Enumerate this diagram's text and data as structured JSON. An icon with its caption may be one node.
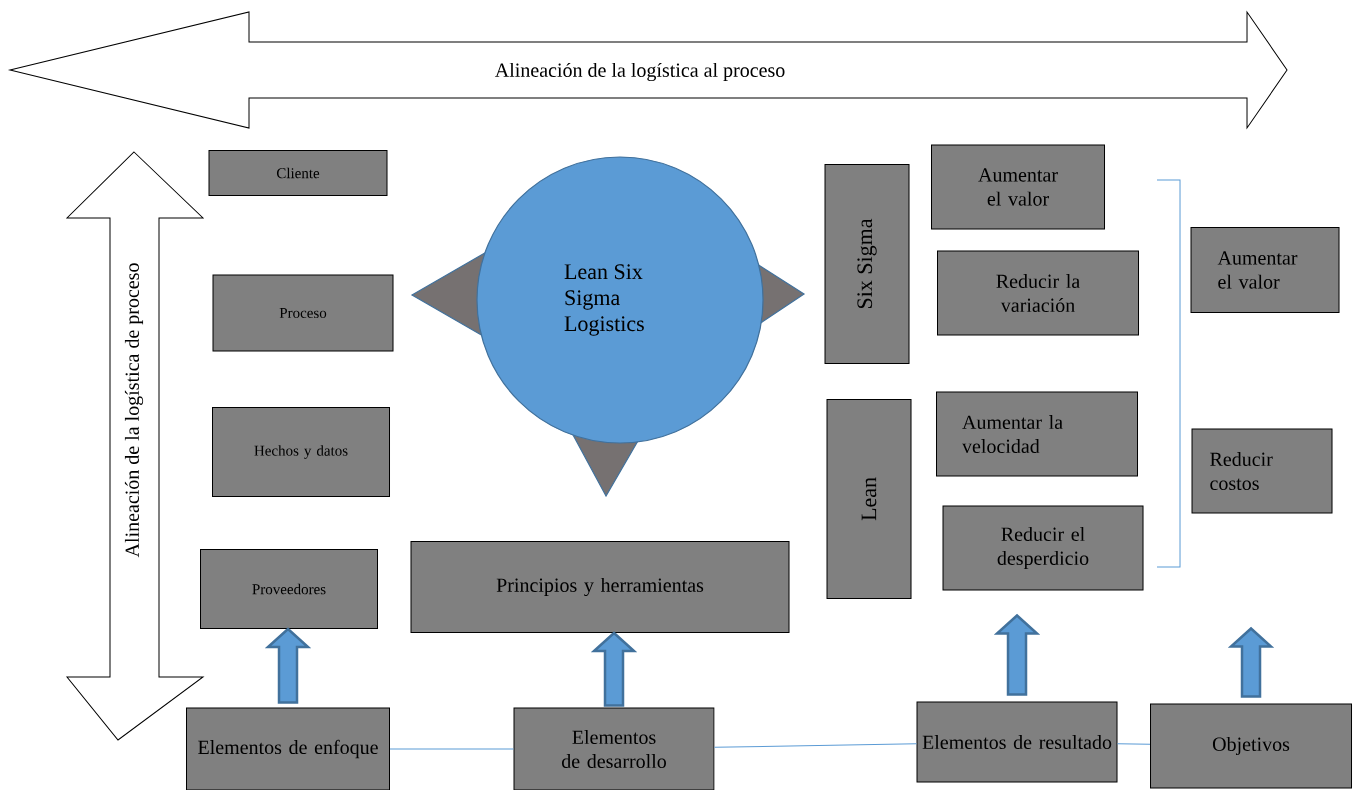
{
  "diagram": {
    "nodes": [
      {
        "text": [
          "Alineación de la logística al proceso"
        ]
      },
      {
        "text": [
          "Alineación de la logística de proceso"
        ]
      },
      {
        "text": [
          "Cliente"
        ]
      },
      {
        "text": [
          "Proceso"
        ]
      },
      {
        "text": [
          "Hechos y datos"
        ]
      },
      {
        "text": [
          "Proveedores"
        ]
      },
      {
        "text": [
          "Lean Six Sigma Logistics"
        ]
      },
      {
        "text": [
          "Principios y herramientas"
        ]
      },
      {
        "text": [
          "Six Sigma"
        ]
      },
      {
        "text": [
          "Aumentar el valor"
        ]
      },
      {
        "text": [
          "Reducir la variación"
        ]
      },
      {
        "text": [
          "Lean"
        ]
      },
      {
        "text": [
          "Aumentar la velocidad"
        ]
      },
      {
        "text": [
          "Reducir el desperdicio"
        ]
      },
      {
        "text": [
          "Aumentar el valor"
        ]
      },
      {
        "text": [
          "Reducir costos"
        ]
      },
      {
        "text": [
          "Elementos de enfoque"
        ]
      },
      {
        "text": [
          "Elementos de desarrollo"
        ]
      },
      {
        "text": [
          "Elementos de resultado"
        ]
      },
      {
        "text": [
          "Objetivos"
        ]
      }
    ],
    "edges": [
      {
        "from": 16,
        "to": 5,
        "arrow": "to",
        "style": "thick"
      },
      {
        "from": 17,
        "to": 7,
        "arrow": "to",
        "style": "thick"
      },
      {
        "from": 18,
        "to": 13,
        "arrow": "to",
        "style": "thick"
      },
      {
        "from": 19,
        "to": null,
        "arrow": "to",
        "style": "thick"
      },
      {
        "from": 16,
        "to": 17,
        "arrow": "none"
      },
      {
        "from": 17,
        "to": 18,
        "arrow": "none"
      },
      {
        "from": 18,
        "to": 19,
        "arrow": "none"
      }
    ]
  }
}
